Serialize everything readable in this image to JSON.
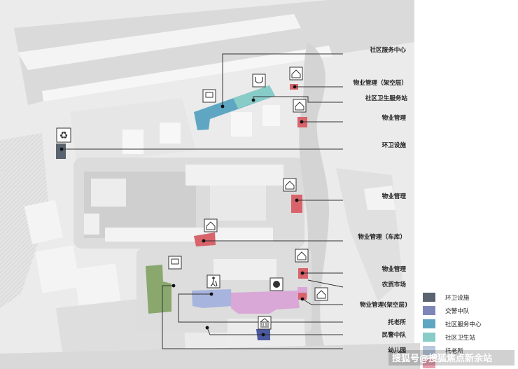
{
  "map": {
    "callouts": [
      {
        "id": "community-service-center",
        "label": "社区服务中心"
      },
      {
        "id": "property-mgmt-stilt-1",
        "label": "物业管理（架空层）"
      },
      {
        "id": "community-health-station",
        "label": "社区卫生服务站"
      },
      {
        "id": "property-mgmt-1",
        "label": "物业管理"
      },
      {
        "id": "sanitation-facility",
        "label": "环卫设施"
      },
      {
        "id": "property-mgmt-2",
        "label": "物业管理"
      },
      {
        "id": "property-mgmt-garage",
        "label": "物业管理（车库）"
      },
      {
        "id": "property-mgmt-3",
        "label": "物业管理"
      },
      {
        "id": "farmers-market",
        "label": "农贸市场"
      },
      {
        "id": "property-mgmt-stilt-2",
        "label": "物业管理(架空层)"
      },
      {
        "id": "elderly-care",
        "label": "托老所"
      },
      {
        "id": "police-squad",
        "label": "民警中队"
      },
      {
        "id": "kindergarten",
        "label": "幼儿园"
      }
    ],
    "legend": [
      {
        "label": "环卫设施",
        "color": "#5a6470"
      },
      {
        "label": "交警中队",
        "color": "#7e86b8"
      },
      {
        "label": "社区服务中心",
        "color": "#5fa6c3"
      },
      {
        "label": "社区卫生站",
        "color": "#88ccc8"
      },
      {
        "label": "托老所",
        "color": "#b8c9de"
      }
    ],
    "colors": {
      "property": "#d9636b",
      "sanitation": "#5a6470",
      "service_center": "#5fa6c3",
      "health": "#88ccc8",
      "police": "#4b5aa0",
      "kindergarten": "#8aa86e",
      "market": "#d9a8d6",
      "elderly": "#a7b4de"
    },
    "watermark": "搜狐号@搜狐焦点新余站"
  }
}
